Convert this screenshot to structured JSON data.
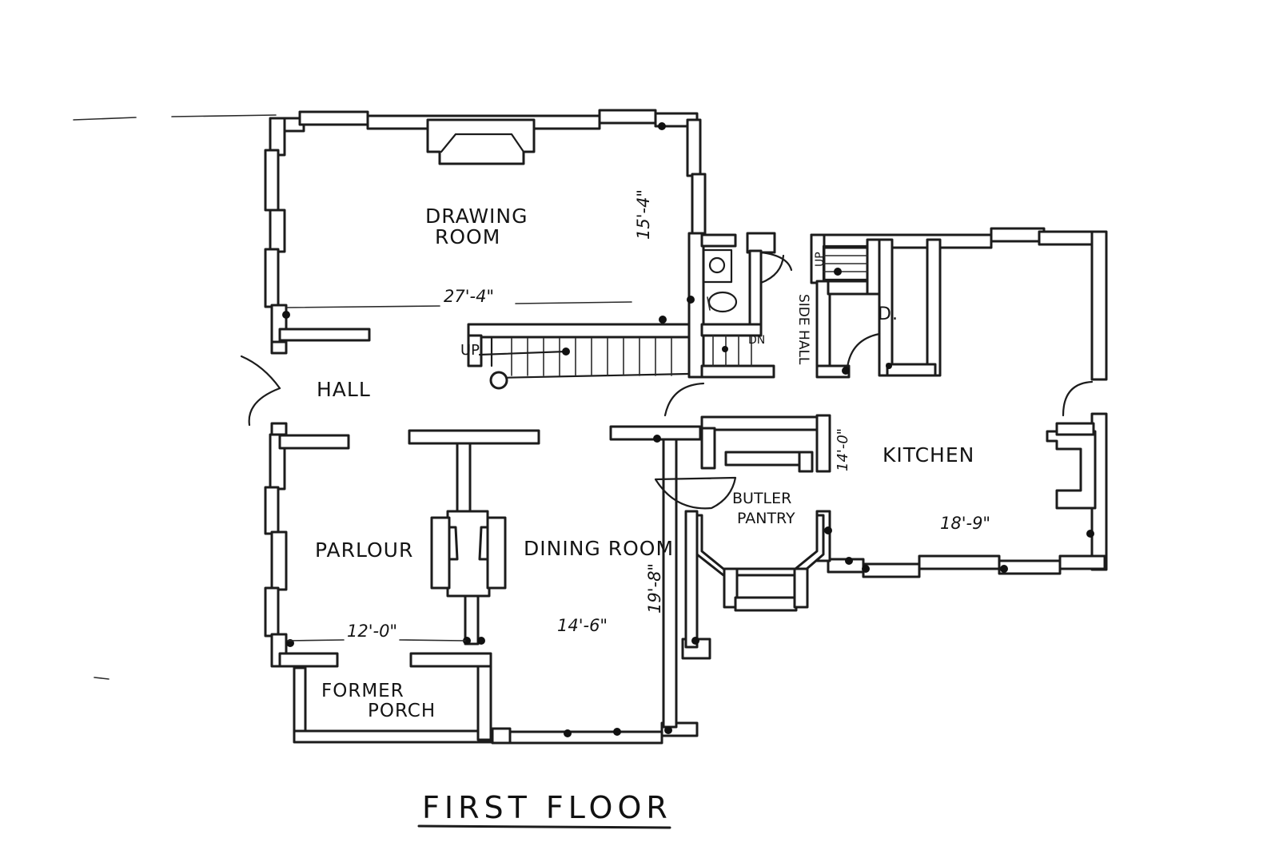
{
  "title": "FIRST FLOOR",
  "rooms": {
    "drawing_room_line1": "DRAWING",
    "drawing_room_line2": "ROOM",
    "hall": "HALL",
    "parlour": "PARLOUR",
    "dining_room": "DINING ROOM",
    "kitchen": "KITCHEN",
    "butler_line1": "BUTLER",
    "butler_line2": "PANTRY",
    "former_line1": "FORMER",
    "former_line2": "PORCH",
    "side_hall": "SIDE HALL",
    "pantry_d": "D."
  },
  "dimensions": {
    "drawing_width": "27'-4\"",
    "drawing_depth": "15'-4\"",
    "parlour_width": "12'-0\"",
    "dining_width": "14'-6\"",
    "dining_depth": "19'-8\"",
    "kitchen_width": "18'-9\"",
    "kitchen_depth": "14'-0\""
  },
  "stairs": {
    "main_up": "UP",
    "side_up": "UP",
    "side_down": "DN"
  }
}
